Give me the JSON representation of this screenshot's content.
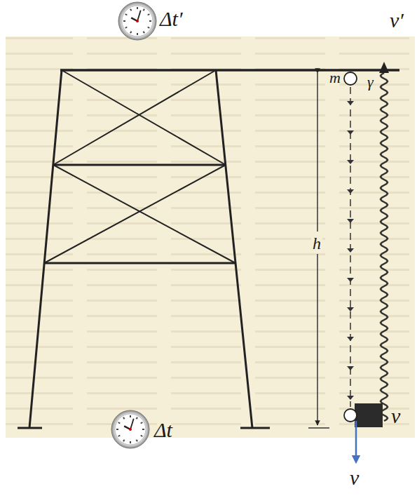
{
  "diagram": {
    "labels": [
      "Δt′",
      "ν′",
      "m",
      "γ",
      "h",
      "ν",
      "Δt",
      "v"
    ]
  }
}
